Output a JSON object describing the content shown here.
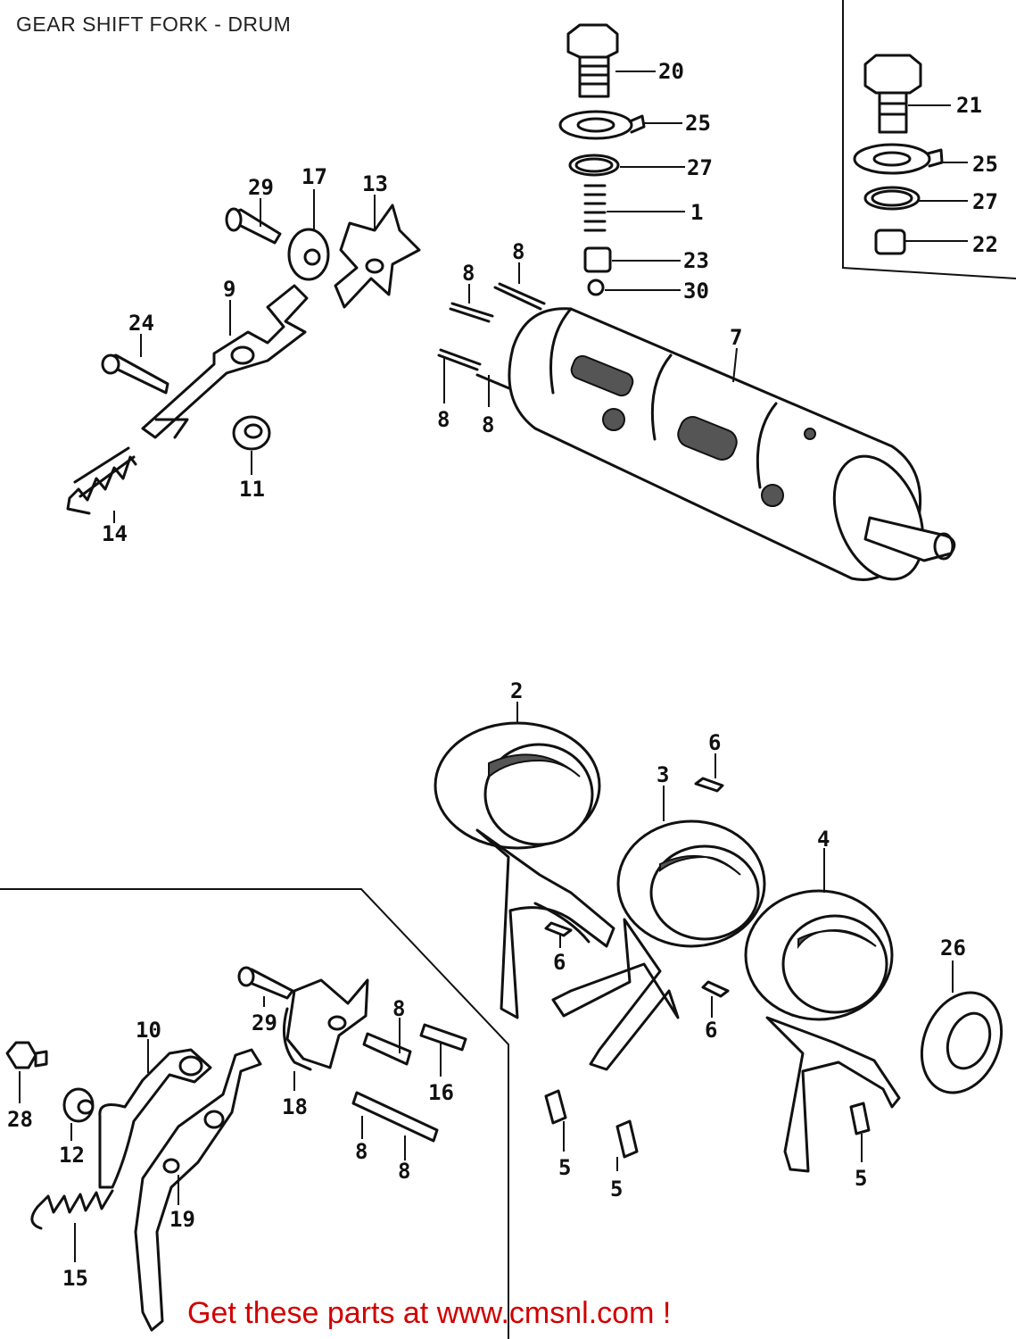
{
  "title": "GEAR SHIFT FORK - DRUM",
  "footer": "Get these parts at www.cmsnl.com !",
  "colors": {
    "footer_text": "#d10000",
    "lines": "#111111",
    "background": "#ffffff"
  },
  "labels": {
    "l20": "20",
    "l25a": "25",
    "l27a": "27",
    "l1": "1",
    "l23": "23",
    "l30": "30",
    "l21": "21",
    "l25b": "25",
    "l27b": "27",
    "l22": "22",
    "l29a": "29",
    "l17": "17",
    "l13": "13",
    "l9": "9",
    "l24": "24",
    "l11": "11",
    "l14": "14",
    "l8a": "8",
    "l8b": "8",
    "l8c": "8",
    "l8d": "8",
    "l7": "7",
    "l2": "2",
    "l6a": "6",
    "l3": "3",
    "l4": "4",
    "l6b": "6",
    "l6c": "6",
    "l26": "26",
    "l5a": "5",
    "l5b": "5",
    "l5c": "5",
    "l10": "10",
    "l29b": "29",
    "l8e": "8",
    "l16": "16",
    "l28": "28",
    "l12": "12",
    "l18": "18",
    "l8f": "8",
    "l8g": "8",
    "l19": "19",
    "l15": "15"
  }
}
